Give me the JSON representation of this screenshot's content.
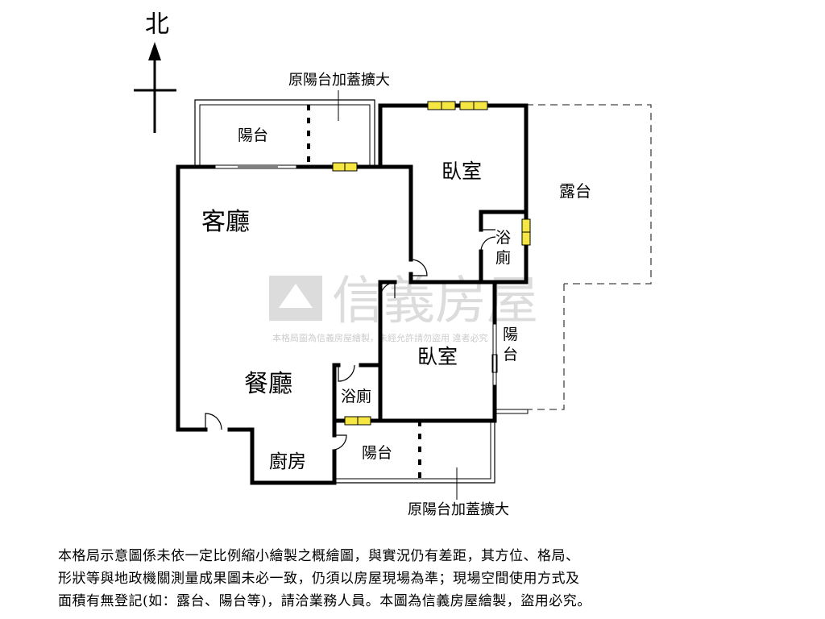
{
  "compass": {
    "north_label": "北"
  },
  "rooms": {
    "living_room": "客廳",
    "dining_room": "餐廳",
    "kitchen": "廚房",
    "bedroom_top": "臥室",
    "bedroom_mid": "臥室",
    "bath_top": "浴廁",
    "bath_left": "浴廁",
    "balcony_top": "陽台",
    "balcony_bottom": "陽台",
    "balcony_right": "陽台",
    "terrace": "露台"
  },
  "annotations": {
    "top_extension": "原陽台加蓋擴大",
    "bottom_extension": "原陽台加蓋擴大"
  },
  "watermark": {
    "brand": "信義房屋",
    "note": "本格局圖為信義房屋繪製，未經允許請勿盜用 違者必究"
  },
  "disclaimer": {
    "line1": "本格局示意圖係未依一定比例縮小繪製之概繪圖，與實況仍有差距，其方位、格局、",
    "line2": "形狀等與地政機關測量成果圖未必一致，仍須以房屋現場為準；現場空間使用方式及",
    "line3": "面積有無登記(如：露台、陽台等)，請洽業務人員。本圖為信義房屋繪製，盜用必究。"
  },
  "colors": {
    "window": "#f5e642",
    "wall": "#000000",
    "watermark": "#dcdcdc"
  }
}
